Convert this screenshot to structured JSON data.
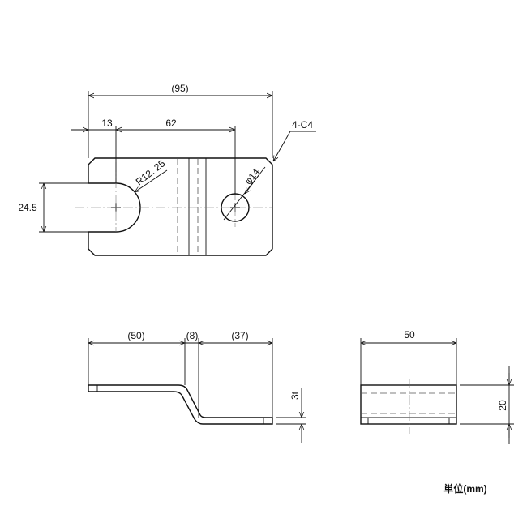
{
  "top_view": {
    "overall_length": "(95)",
    "slot_offset": "13",
    "hole_spacing": "62",
    "chamfer": "4-C4",
    "slot_radius": "R12. 25",
    "hole_diameter": "φ14",
    "slot_width": "24.5"
  },
  "side_view": {
    "upper_length": "(50)",
    "offset_length": "(8)",
    "lower_length": "(37)",
    "thickness": "3t"
  },
  "end_view": {
    "width": "50",
    "height": "20"
  },
  "unit_label": "単位(mm)"
}
